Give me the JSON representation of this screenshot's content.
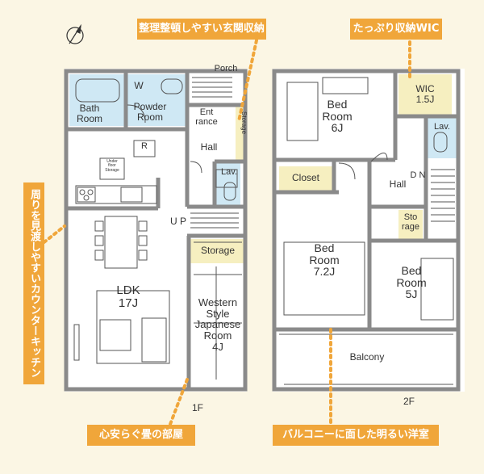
{
  "callouts": {
    "entrance_storage": "整理整頓しやすい玄関収納",
    "wic": "たっぷり収納WIC",
    "kitchen": "周りを見渡しやすいカウンターキッチン",
    "tatami": "心安らぐ畳の部屋",
    "balcony": "バルコニーに面した明るい洋室"
  },
  "floor1": {
    "label": "1F",
    "rooms": {
      "bath": "Bath\nRoom",
      "powder": "Powder\nRoom",
      "w_mark": "W",
      "porch": "Porch",
      "entrance": "Ent\nrance",
      "storage_v": "Storage",
      "hall": "Hall",
      "lav": "Lav.",
      "under_floor": "Under\nfloor\nStorage",
      "r_mark": "R",
      "up": "U P",
      "storage": "Storage",
      "ldk": "LDK\n17J",
      "western": "Western\nStyle\nJapanese\nRoom\n4J"
    }
  },
  "floor2": {
    "label": "2F",
    "rooms": {
      "bed6": "Bed\nRoom\n6J",
      "wic": "WIC\n1.5J",
      "lav": "Lav.",
      "closet": "Closet",
      "hall": "Hall",
      "dn": "D N",
      "storage": "Sto\nrage",
      "bed72": "Bed\nRoom\n7.2J",
      "bed5": "Bed\nRoom\n5J",
      "balcony": "Balcony"
    }
  },
  "colors": {
    "wall": "#8a8a8a",
    "accent": "#f0a63a",
    "storage_fill": "#f6efc0",
    "wet_fill": "#cfe8f4",
    "background": "#fbf6e4"
  }
}
